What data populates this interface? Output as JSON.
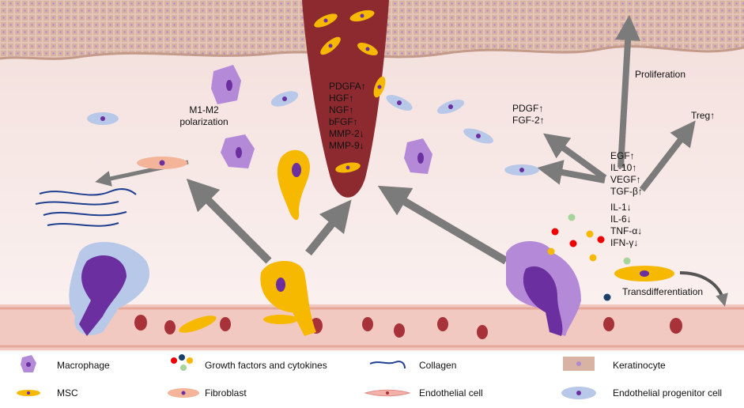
{
  "wound_factors": [
    "PDGFA↑",
    "HGF↑",
    "NGF↑",
    "bFGF↑",
    "MMP-2↓",
    "MMP-9↓"
  ],
  "labels": {
    "polarization": [
      "M1-M2",
      "polarization"
    ],
    "proliferation": "Proliferation",
    "treg": "Treg↑",
    "pdgf_fgf": [
      "PDGF↑",
      "FGF-2↑"
    ],
    "macrophage_factors_up": [
      "EGF↑",
      "IL-10↑",
      "VEGF↑",
      "TGF-β↑"
    ],
    "macrophage_factors_down": [
      "IL-1↓",
      "IL-6↓",
      "TNF-α↓",
      "IFN-γ↓"
    ],
    "transdifferentiation": "Transdifferentiation"
  },
  "legend": [
    {
      "icon": "macrophage",
      "label": "Macrophage"
    },
    {
      "icon": "growth-factors",
      "label": "Growth factors and cytokines"
    },
    {
      "icon": "collagen",
      "label": "Collagen"
    },
    {
      "icon": "keratinocyte",
      "label": "Keratinocyte"
    },
    {
      "icon": "msc",
      "label": "MSC"
    },
    {
      "icon": "fibroblast",
      "label": "Fibroblast"
    },
    {
      "icon": "endothelial-cell",
      "label": "Endothelial cell"
    },
    {
      "icon": "endothelial-progenitor-cell",
      "label": "Endothelial progenitor cell"
    }
  ],
  "colors": {
    "skin": "#d8b2a3",
    "wound": "#8c2a2f",
    "tissue": "#f5e6e4",
    "vessel": "#f2c9c0",
    "msc": "#f7b800",
    "macrophage": "#b48ad8",
    "macrophage_nucleus": "#6b2fa0",
    "epc": "#b8c8e8",
    "fibroblast": "#f4b49a",
    "rbc": "#a8323a",
    "arrow": "#7b7b7b",
    "collagen": "#1f3f8f"
  }
}
